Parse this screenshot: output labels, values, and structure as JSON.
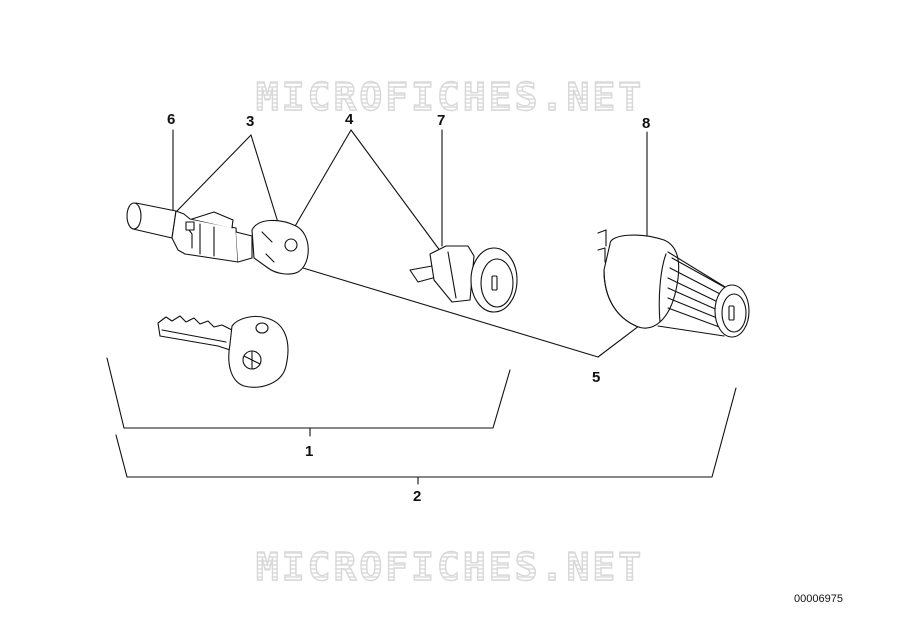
{
  "watermark": {
    "text": "MICROFICHES.NET"
  },
  "diagram_id": "00006975",
  "callouts": {
    "n1": "1",
    "n2": "2",
    "n3": "3",
    "n4": "4",
    "n5": "5",
    "n6": "6",
    "n7": "7",
    "n8": "8"
  },
  "colors": {
    "line": "#111111",
    "watermark": "#d8d8d8"
  }
}
